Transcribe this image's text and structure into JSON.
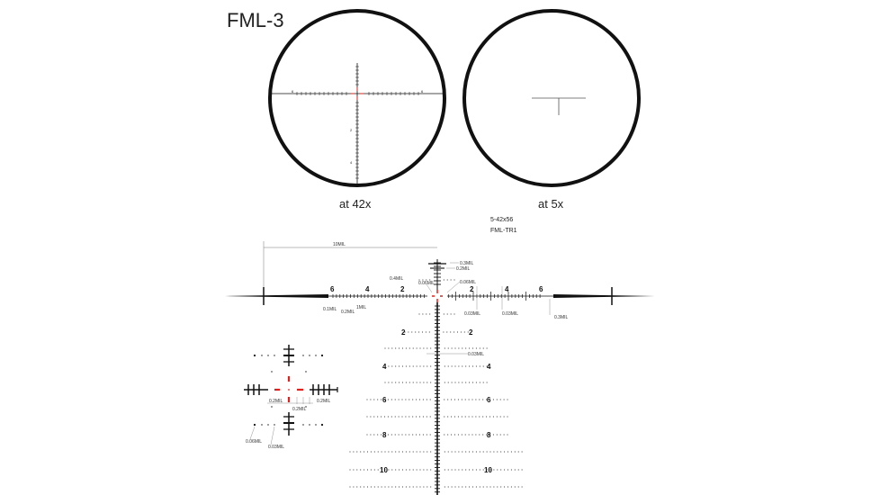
{
  "title": "FML-3",
  "views": [
    {
      "label": "at 42x",
      "numbers": [
        "6",
        "6",
        "2",
        "4"
      ]
    },
    {
      "label": "at 5x"
    }
  ],
  "detail": {
    "model": "5-42x56",
    "reticle": "FML-TR1",
    "span_label": "10MIL",
    "horizontal_numbers": [
      "6",
      "4",
      "2",
      "2",
      "4",
      "6"
    ],
    "vertical_numbers": [
      "2",
      "4",
      "6",
      "8",
      "10"
    ],
    "annotations": [
      "0.3MIL",
      "0.2MIL",
      "0.4MIL",
      "0.06MIL",
      "0.06MIL",
      "0.1MIL",
      "0.2MIL",
      "1MIL",
      "0.03MIL",
      "0.03MIL",
      "0.3MIL",
      "0.03MIL"
    ],
    "inset_annotations": [
      "0.2MIL",
      "0.2MIL",
      "0.2MIL",
      "0.06MIL",
      "0.03MIL"
    ]
  },
  "colors": {
    "reticle": "#111111",
    "center": "#e0201c",
    "text": "#333333"
  }
}
